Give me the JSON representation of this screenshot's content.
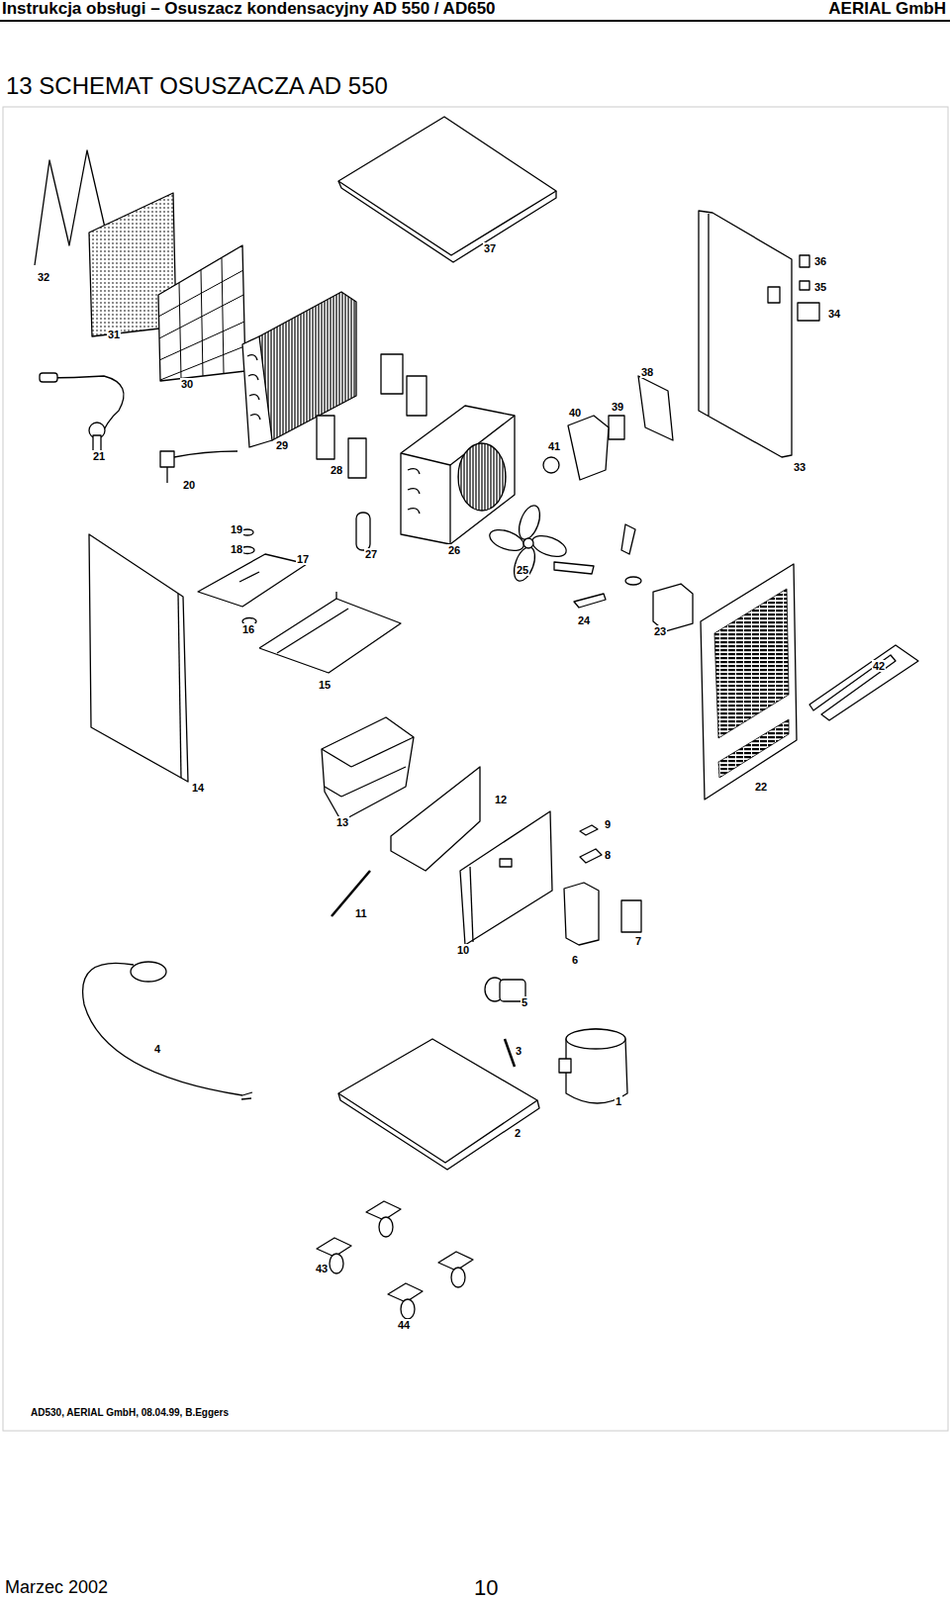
{
  "diagram": {
    "title": "13 SCHEMAT OSUSZACZA AD 550",
    "caption": "AD530, AERIAL GmbH, 08.04.99, B.Eggers",
    "labels": [
      "Instrukcja obsługi – Osuszacz kondensacyjny AD 550 / AD650",
      "AERIAL GmbH",
      "1",
      "2",
      "3",
      "4",
      "5",
      "6",
      "7",
      "8",
      "9",
      "10",
      "11",
      "12",
      "13",
      "14",
      "15",
      "16",
      "17",
      "18",
      "19",
      "20",
      "21",
      "22",
      "23",
      "24",
      "25",
      "26",
      "27",
      "28",
      "29",
      "30",
      "31",
      "32",
      "33",
      "34",
      "35",
      "36",
      "37",
      "38",
      "39",
      "40",
      "41",
      "42",
      "43",
      "44",
      "Marzec 2002",
      "10"
    ]
  }
}
